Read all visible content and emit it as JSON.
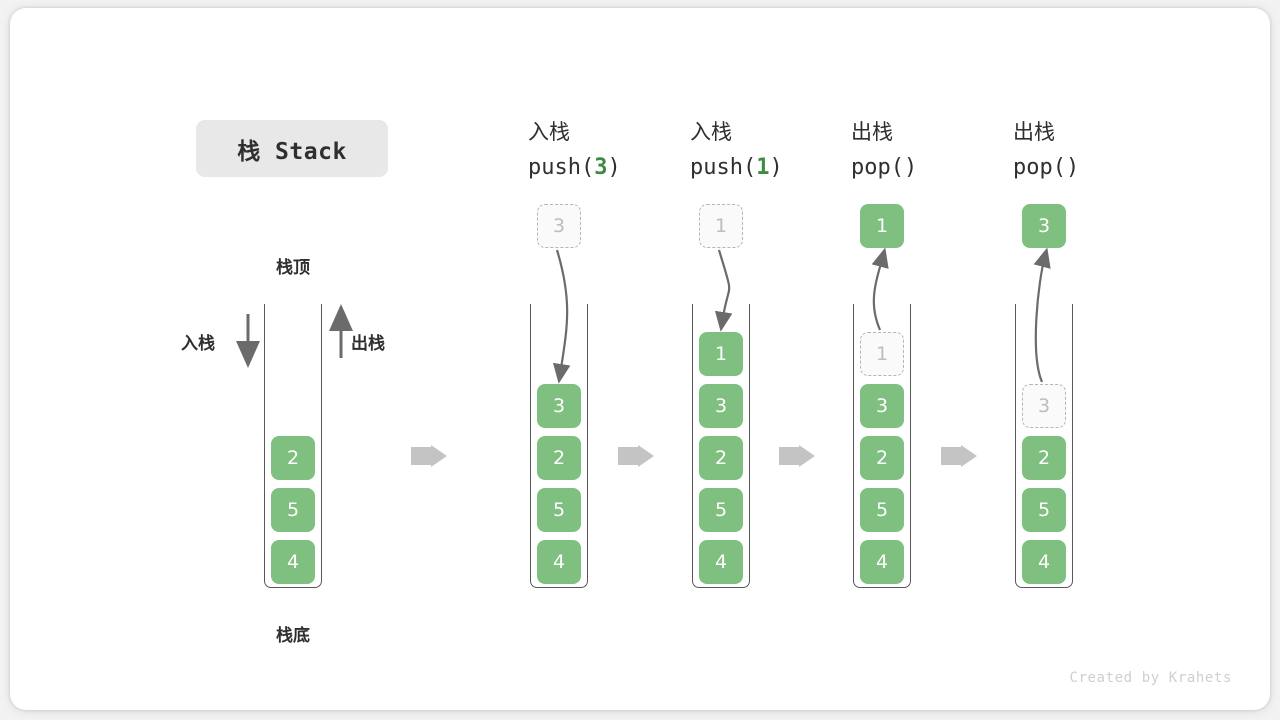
{
  "title": {
    "text": "栈 Stack"
  },
  "left_diagram": {
    "top_label": "栈顶",
    "bottom_label": "栈底",
    "push_label": "入栈",
    "pop_label": "出栈",
    "cells": [
      "2",
      "5",
      "4"
    ]
  },
  "footer": {
    "text": "Created by Krahets"
  },
  "colors": {
    "green": "#7fc080",
    "green_text": "#3e8a41",
    "ghost_border": "#b5b5b5",
    "ghost_text": "#bdbdbd",
    "frame": "#595959",
    "arrow_gray": "#c4c4c4",
    "title_bg": "#e8e8e8"
  },
  "steps": [
    {
      "op_cn": "入栈",
      "op_code_prefix": "push(",
      "op_code_arg": "3",
      "op_code_suffix": ")",
      "op_type": "push",
      "floating": {
        "value": "3",
        "style": "ghost"
      },
      "stack": [
        {
          "value": "3",
          "style": "solid"
        },
        {
          "value": "2",
          "style": "solid"
        },
        {
          "value": "5",
          "style": "solid"
        },
        {
          "value": "4",
          "style": "solid"
        }
      ]
    },
    {
      "op_cn": "入栈",
      "op_code_prefix": "push(",
      "op_code_arg": "1",
      "op_code_suffix": ")",
      "op_type": "push",
      "floating": {
        "value": "1",
        "style": "ghost"
      },
      "stack": [
        {
          "value": "1",
          "style": "solid"
        },
        {
          "value": "3",
          "style": "solid"
        },
        {
          "value": "2",
          "style": "solid"
        },
        {
          "value": "5",
          "style": "solid"
        },
        {
          "value": "4",
          "style": "solid"
        }
      ]
    },
    {
      "op_cn": "出栈",
      "op_code_prefix": "pop(",
      "op_code_arg": "",
      "op_code_suffix": ")",
      "op_type": "pop",
      "floating": {
        "value": "1",
        "style": "solid"
      },
      "stack": [
        {
          "value": "1",
          "style": "ghost"
        },
        {
          "value": "3",
          "style": "solid"
        },
        {
          "value": "2",
          "style": "solid"
        },
        {
          "value": "5",
          "style": "solid"
        },
        {
          "value": "4",
          "style": "solid"
        }
      ]
    },
    {
      "op_cn": "出栈",
      "op_code_prefix": "pop(",
      "op_code_arg": "",
      "op_code_suffix": ")",
      "op_type": "pop",
      "floating": {
        "value": "3",
        "style": "solid"
      },
      "stack": [
        {
          "value": "3",
          "style": "ghost"
        },
        {
          "value": "2",
          "style": "solid"
        },
        {
          "value": "5",
          "style": "solid"
        },
        {
          "value": "4",
          "style": "solid"
        }
      ]
    }
  ]
}
